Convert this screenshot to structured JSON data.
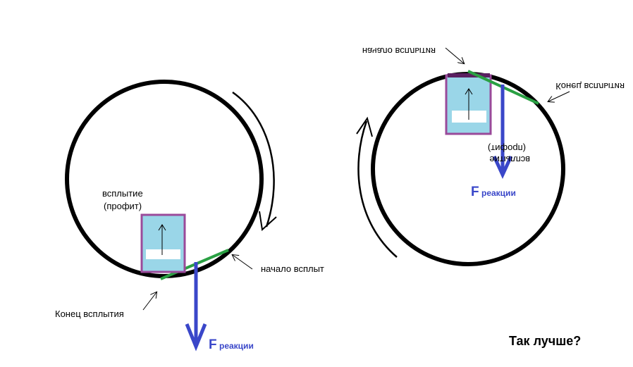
{
  "left_diagram": {
    "label_surfacing_line1": "всплытие",
    "label_surfacing_line2": "(профит)",
    "label_start": "начало всплыт",
    "label_end": "Конец всплытия",
    "force_symbol": "F",
    "force_sub": "реакции"
  },
  "right_diagram": {
    "label_start_mirrored": "начало всплытия",
    "label_end_mirrored": "Конец всплытия",
    "label_surfacing_line1_rot": "всплытие",
    "label_surfacing_line2_rot": "(профит)",
    "force_symbol": "F",
    "force_sub": "реакции"
  },
  "question": "Так лучше?",
  "colors": {
    "circle": "#000000",
    "chord": "#2aa043",
    "force": "#3a47c9",
    "box_border": "#9a4a9a",
    "box_fill": "#9ad6e8",
    "box_top_right": "#5a2060"
  }
}
